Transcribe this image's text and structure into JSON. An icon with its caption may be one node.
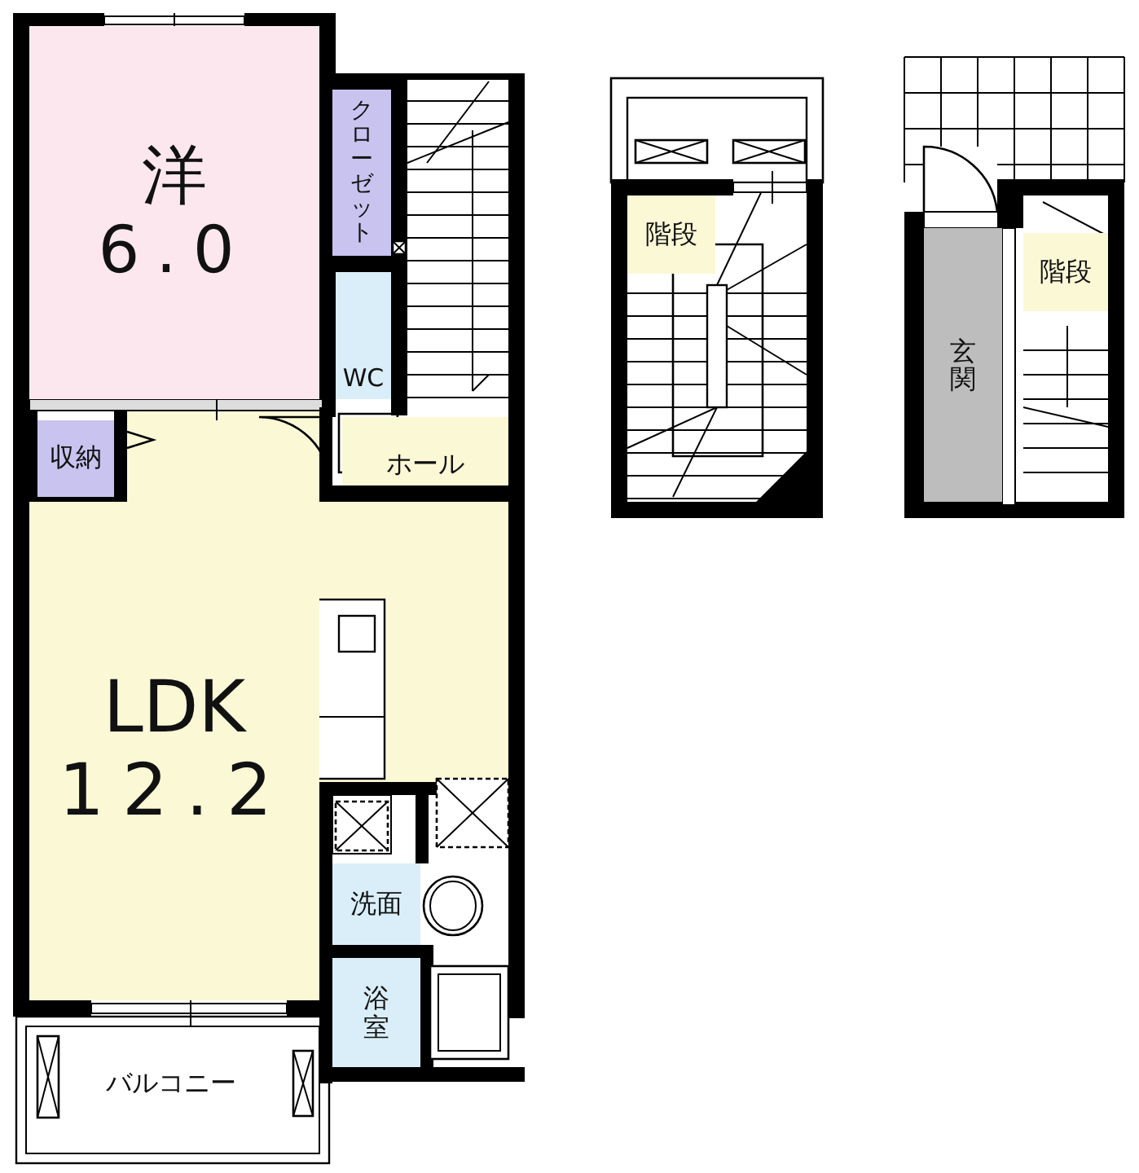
{
  "diagram": {
    "nodes": [
      {
        "text": [
          "洋",
          "6.0"
        ]
      },
      {
        "text": [
          "クローゼット"
        ]
      },
      {
        "text": [
          "WC"
        ]
      },
      {
        "text": [
          "ホール"
        ]
      },
      {
        "text": [
          "収納"
        ]
      },
      {
        "text": [
          "LDK",
          "12.2"
        ]
      },
      {
        "text": [
          "洗面"
        ]
      },
      {
        "text": [
          "浴室"
        ]
      },
      {
        "text": [
          "バルコニー"
        ]
      },
      {
        "text": [
          "階段"
        ]
      },
      {
        "text": [
          "玄関"
        ]
      },
      {
        "text": [
          "階段"
        ]
      }
    ]
  }
}
